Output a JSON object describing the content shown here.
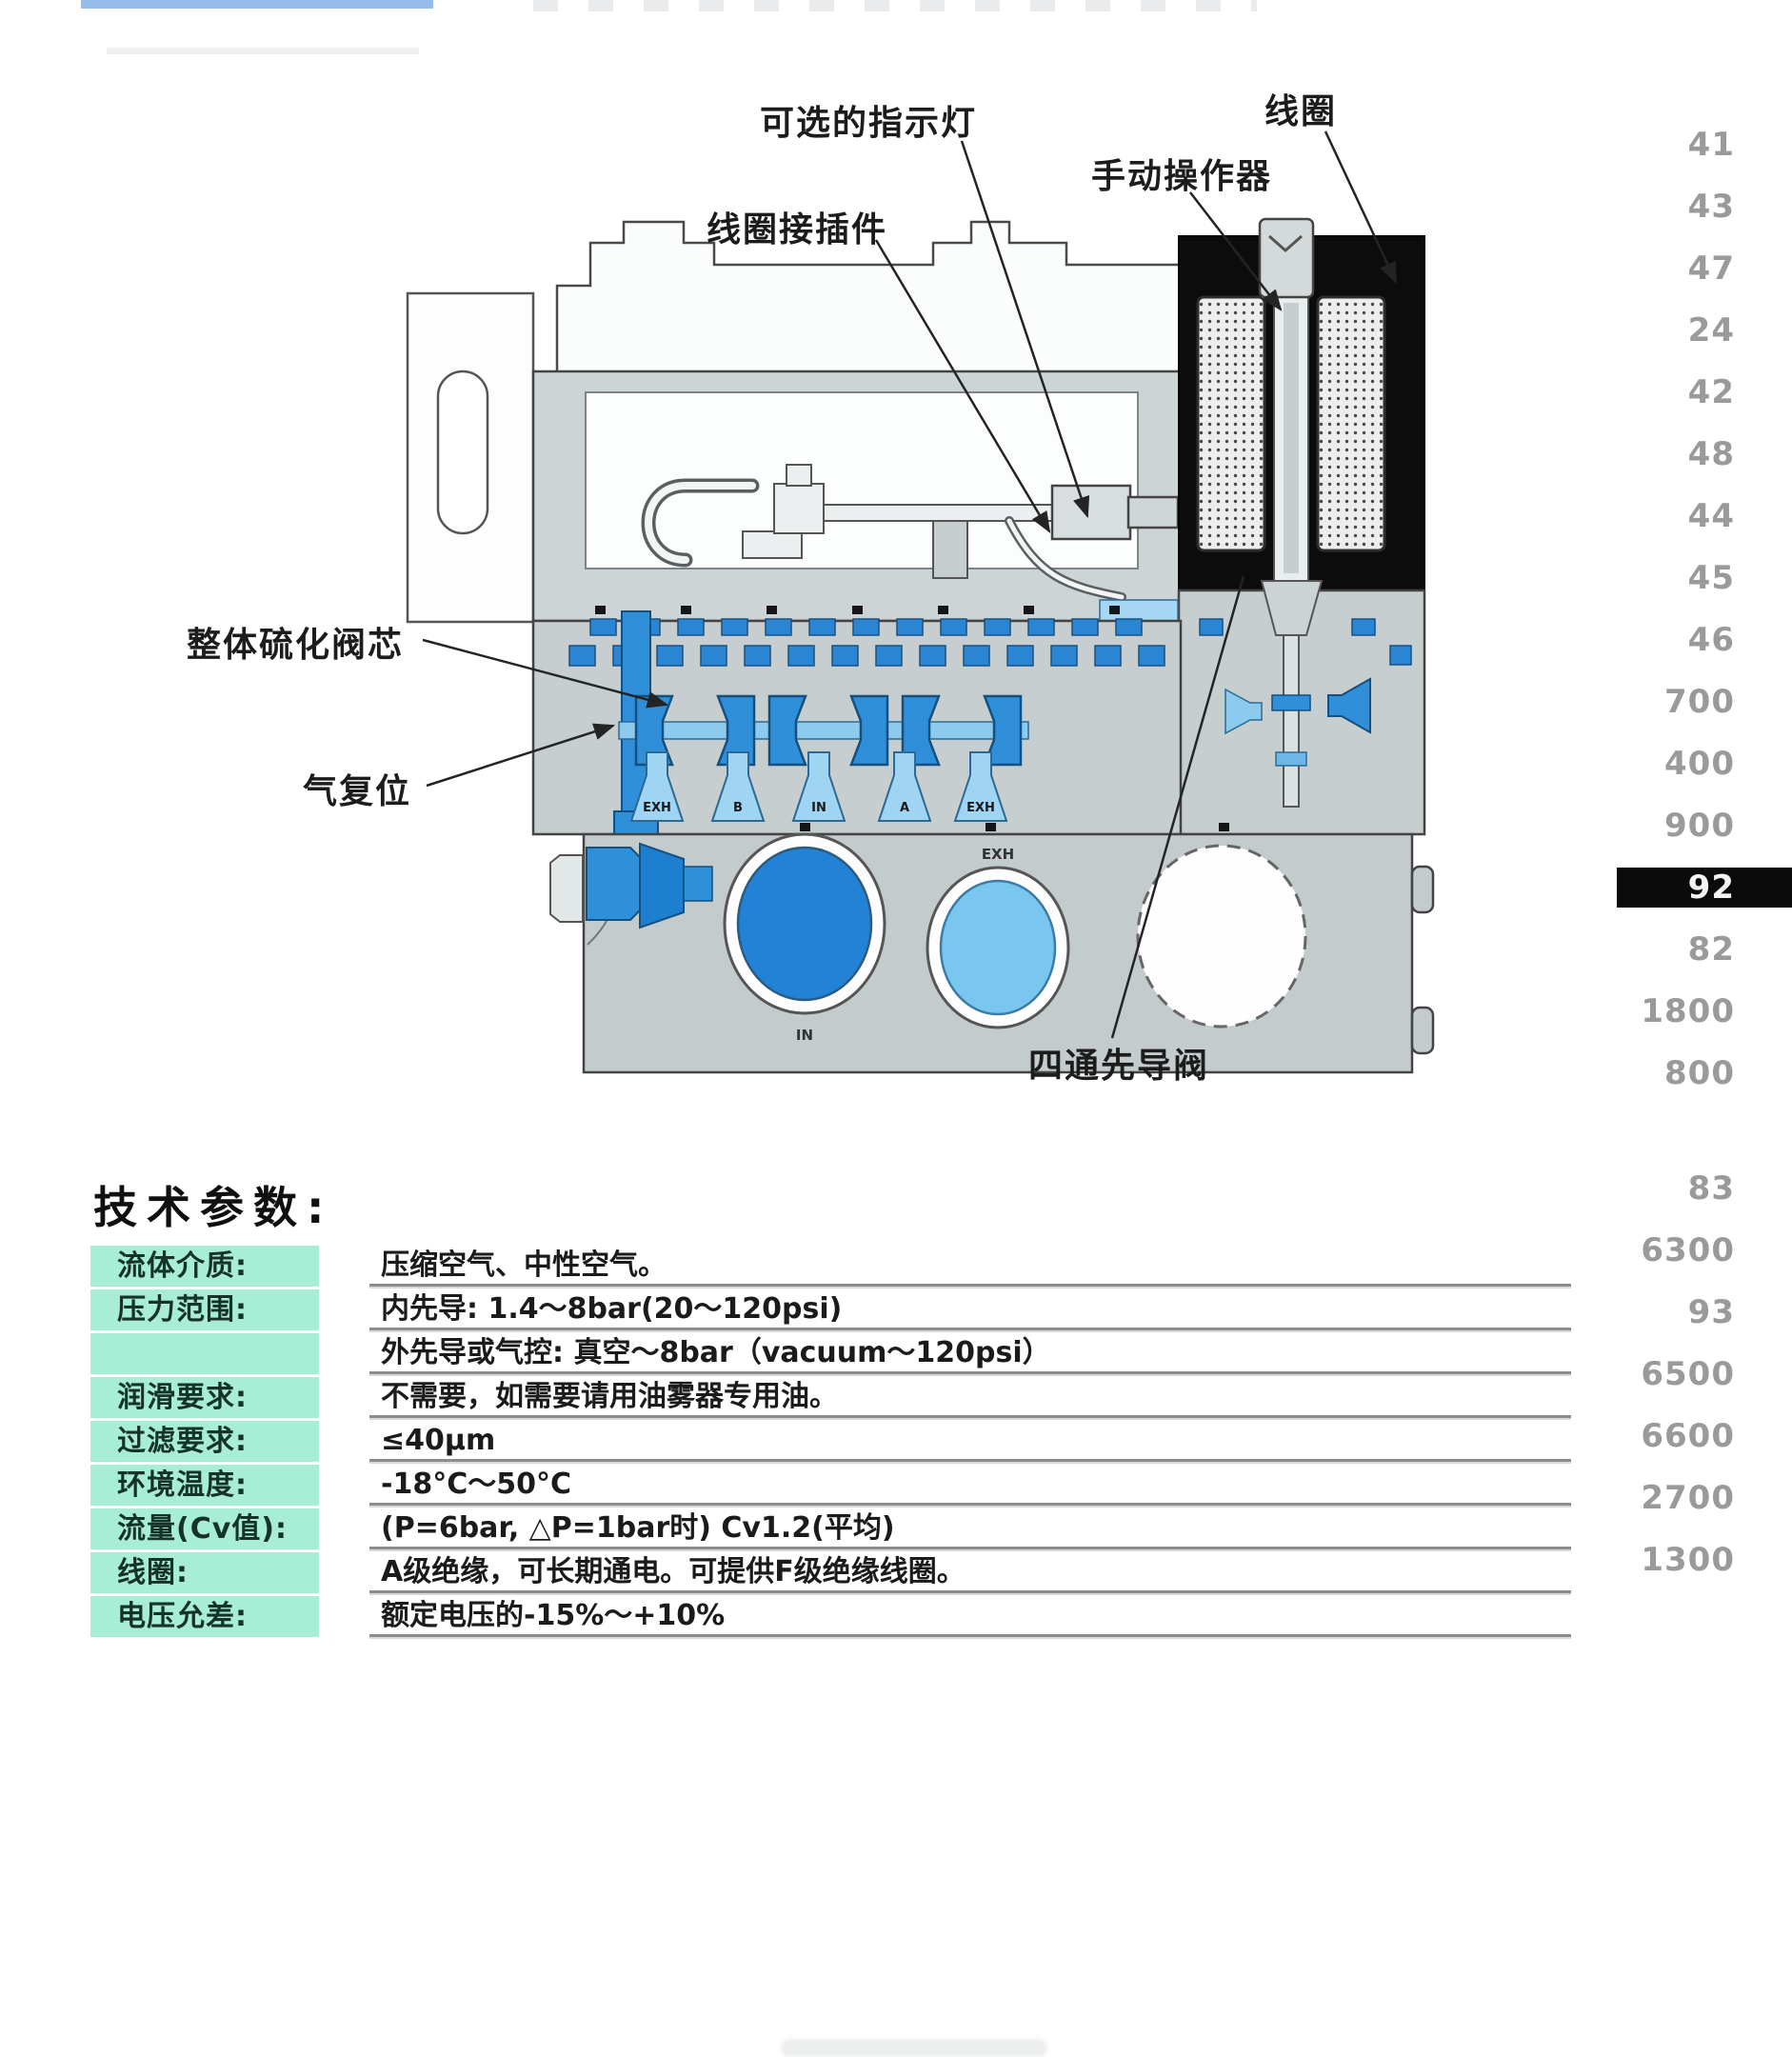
{
  "diagram": {
    "callouts": [
      {
        "id": "indicator-light",
        "label": "可选的指示灯"
      },
      {
        "id": "coil-connector",
        "label": "线圈接插件"
      },
      {
        "id": "manual-operator",
        "label": "手动操作器"
      },
      {
        "id": "coil",
        "label": "线圈"
      },
      {
        "id": "vulcanized-core",
        "label": "整体硫化阀芯"
      },
      {
        "id": "air-return",
        "label": "气复位"
      },
      {
        "id": "four-way-pilot-valve",
        "label": "四通先导阀"
      }
    ],
    "ports": [
      "EXH",
      "B",
      "IN",
      "A",
      "EXH"
    ],
    "circles": [
      {
        "label": "IN",
        "color": "#2282d6"
      },
      {
        "label": "EXH",
        "color": "#79c6ee"
      },
      {
        "label": "",
        "color": "#fefefe"
      }
    ],
    "colors": {
      "body_gray": "#c6cecf",
      "coil_black": "#0c0c0c",
      "spool_blue": "#2f8fd8",
      "light_blue": "#8ccbee"
    }
  },
  "sidebar": {
    "items": [
      {
        "label": "41",
        "active": false
      },
      {
        "label": "43",
        "active": false
      },
      {
        "label": "47",
        "active": false
      },
      {
        "label": "24",
        "active": false
      },
      {
        "label": "42",
        "active": false
      },
      {
        "label": "48",
        "active": false
      },
      {
        "label": "44",
        "active": false
      },
      {
        "label": "45",
        "active": false
      },
      {
        "label": "46",
        "active": false
      },
      {
        "label": "700",
        "active": false
      },
      {
        "label": "400",
        "active": false
      },
      {
        "label": "900",
        "active": false
      },
      {
        "label": "92",
        "active": true
      },
      {
        "label": "82",
        "active": false
      },
      {
        "label": "1800",
        "active": false
      },
      {
        "label": "800",
        "active": false
      },
      {
        "label": "83",
        "active": false
      },
      {
        "label": "6300",
        "active": false
      },
      {
        "label": "93",
        "active": false
      },
      {
        "label": "6500",
        "active": false
      },
      {
        "label": "6600",
        "active": false
      },
      {
        "label": "2700",
        "active": false
      },
      {
        "label": "1300",
        "active": false
      }
    ],
    "active_bg": "#0b0b0b",
    "number_color": "#9a9a9a"
  },
  "specs": {
    "heading": "技术参数:",
    "rows": [
      {
        "label": "流体介质:",
        "value": "压缩空气、中性空气。"
      },
      {
        "label": "压力范围:",
        "value": "内先导: 1.4～8bar(20～120psi)"
      },
      {
        "label": "",
        "value": "外先导或气控: 真空～8bar（vacuum～120psi）"
      },
      {
        "label": "润滑要求:",
        "value": "不需要，如需要请用油雾器专用油。"
      },
      {
        "label": "过滤要求:",
        "value": "≤40μm"
      },
      {
        "label": "环境温度:",
        "value": "-18°C～50°C"
      },
      {
        "label": "流量(Cv值):",
        "value": "(P=6bar, △P=1bar时) Cv1.2(平均)"
      },
      {
        "label": "线圈:",
        "value": "A级绝缘，可长期通电。可提供F级绝缘线圈。"
      },
      {
        "label": "电压允差:",
        "value": "额定电压的-15%～+10%"
      }
    ],
    "label_bg": "#a8edd5"
  }
}
